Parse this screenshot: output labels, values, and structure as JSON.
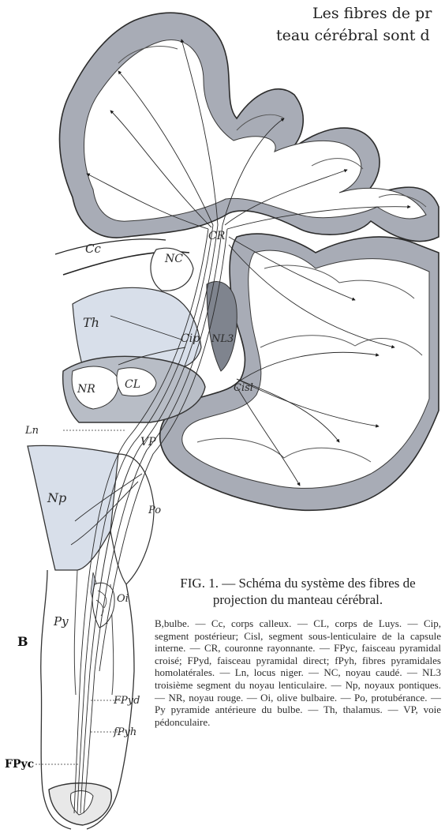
{
  "header": {
    "line1": "Les fibres de pr",
    "line2": "teau cérébral sont d"
  },
  "figure": {
    "labels": {
      "cc": "Cc",
      "nc": "NC",
      "cr": "CR",
      "th": "Th",
      "cip": "Cip",
      "nl3": "NL3",
      "nr": "NR",
      "cl": "CL",
      "cisl": "Cisl",
      "ln": "Ln",
      "vp": "VP",
      "np": "Np",
      "po": "Po",
      "py": "Py",
      "oi": "Oi",
      "b": "B",
      "fpyd": "FPyd",
      "fpyh": "fPyh",
      "fpyc": "FPyc"
    }
  },
  "caption": {
    "title": "FIG. 1. — Schéma du système des fibres de projection du manteau cérébral."
  },
  "legend": {
    "text": "B,bulbe. — Cc, corps calleux. — CL, corps de Luys. — Cip, segment postérieur; Cisl, segment sous-lenticulaire de la capsule interne. — CR, couronne rayonnante. — FPyc, faisceau pyramidal croisé; FPyd, faisceau pyramidal direct; fPyh, fibres pyramidales homolatérales. — Ln, locus niger. — NC, noyau caudé. — NL3 troisième segment du noyau lenticulaire. — Np, noyaux pontiques. — NR, noyau rouge. — Oi, olive bulbaire. — Po, protubérance. — Py pyramide antérieure du bulbe. — Th, thalamus. — VP, voie pédonculaire."
  }
}
